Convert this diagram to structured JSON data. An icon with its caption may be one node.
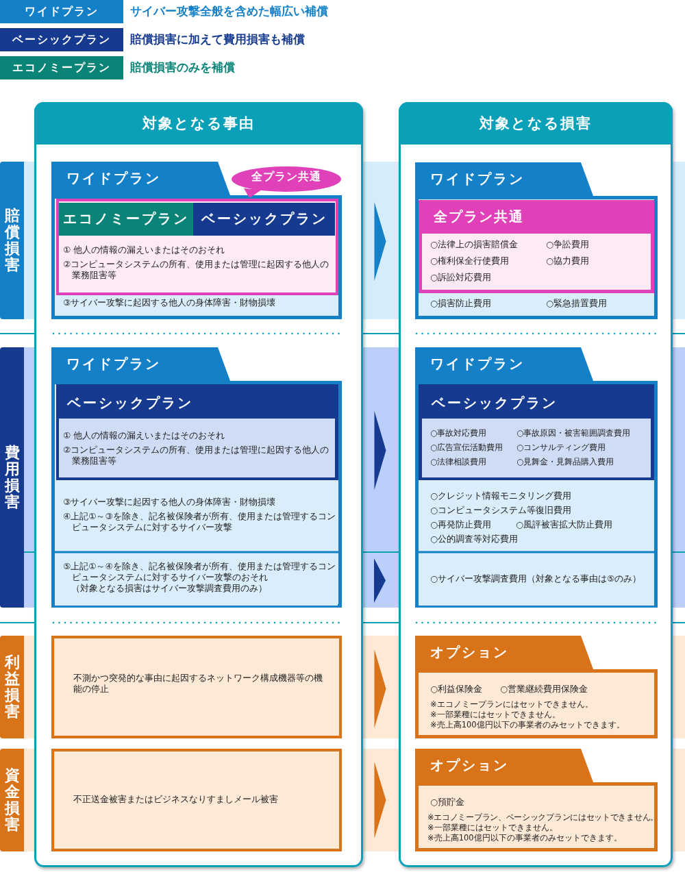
{
  "diagram": {
    "nodes": [
      {
        "text": [
          "ワイドプラン"
        ],
        "beside": [
          "サイバー攻撃全般を含めた幅広い補償"
        ]
      },
      {
        "text": [
          "ベーシックプラン"
        ],
        "beside": [
          "賠償損害に加えて費用損害も補償"
        ]
      },
      {
        "text": [
          "エコノミープラン"
        ],
        "beside": [
          "賠償損害のみを補償"
        ]
      },
      {
        "text": [
          "賠償損害"
        ]
      },
      {
        "text": [
          "費用損害"
        ]
      },
      {
        "text": [
          "利益損害"
        ]
      },
      {
        "text": [
          "資金損害"
        ]
      },
      {
        "text": [
          "対象となる事由"
        ]
      },
      {
        "text": [
          "ワイドプラン",
          "③サイバー攻撃に起因する他人の身体障害・財物損壊"
        ],
        "in": 7
      },
      {
        "text": [
          "全プラン共通"
        ],
        "in": 7
      },
      {
        "text": [
          "① 他人の情報の漏えいまたはそのおそれ",
          "②コンピュータシステムの所有、使用または管理に起因する他人の業務阻害等"
        ],
        "in": 8
      },
      {
        "text": [
          "エコノミープラン"
        ],
        "in": 10
      },
      {
        "text": [
          "ベーシックプラン"
        ],
        "in": 10
      },
      {
        "text": [
          "ワイドプラン",
          "③サイバー攻撃に起因する他人の身体障害・財物損壊",
          "④上記①～③を除き、記名被保険者が所有、使用または管理するコンピュータシステムに対するサイバー攻撃"
        ],
        "in": 7
      },
      {
        "text": [
          "ベーシックプラン",
          "① 他人の情報の漏えいまたはそのおそれ",
          "②コンピュータシステムの所有、使用または管理に起因する他人の業務阻害等"
        ],
        "in": 13
      },
      {
        "text": [
          "⑤上記①～④を除き、記名被保険者が所有、使用または管理するコンピュータシステムに対するサイバー攻撃のおそれ",
          "（対象となる損害はサイバー攻撃調査費用のみ）"
        ],
        "in": 13
      },
      {
        "text": [
          "不測かつ突発的な事由に起因するネットワーク構成機器等の機能の停止"
        ],
        "in": 7
      },
      {
        "text": [
          "不正送金被害またはビジネスなりすましメール被害"
        ],
        "in": 7
      },
      {
        "text": [
          "対象となる損害"
        ]
      },
      {
        "text": [
          "ワイドプラン",
          "○損害防止費用",
          "○緊急措置費用"
        ],
        "in": 18
      },
      {
        "text": [
          "全プラン共通",
          "○法律上の損害賠償金",
          "○争訟費用",
          "○権利保全行使費用",
          "○協力費用",
          "○訴訟対応費用"
        ],
        "in": 19
      },
      {
        "text": [
          "ワイドプラン",
          "○クレジット情報モニタリング費用",
          "○コンピュータシステム等復旧費用",
          "○再発防止費用",
          "○風評被害拡大防止費用",
          "○公的調査等対応費用"
        ],
        "in": 18
      },
      {
        "text": [
          "ベーシックプラン",
          "○事故対応費用",
          "○事故原因・被害範囲調査費用",
          "○広告宣伝活動費用",
          "○コンサルティング費用",
          "○法律相談費用",
          "○見舞金・見舞品購入費用"
        ],
        "in": 21
      },
      {
        "text": [
          "○サイバー攻撃調査費用（対象となる事由は⑤のみ）"
        ],
        "in": 21
      },
      {
        "text": [
          "オプション",
          "○利益保険金",
          "○営業継続費用保険金",
          "※エコノミープランにはセットできません。",
          "※一部業種にはセットできません。",
          "※売上高100億円以下の事業者のみセットできます。"
        ],
        "in": 18
      },
      {
        "text": [
          "オプション",
          "○預貯金",
          "※エコノミープラン、ベーシックプランにはセットできません。",
          "※一部業種にはセットできません。",
          "※売上高100億円以下の事業者のみセットできます。"
        ],
        "in": 18
      }
    ],
    "edges": [
      {
        "from": 8,
        "to": 19,
        "arrow": "to",
        "color": "#1380c8"
      },
      {
        "from": 13,
        "to": 21,
        "arrow": "to",
        "color": "#153a8f"
      },
      {
        "from": 15,
        "to": 23,
        "arrow": "to",
        "color": "#153a8f"
      },
      {
        "from": 16,
        "to": 24,
        "arrow": "to",
        "color": "#d9731a"
      },
      {
        "from": 17,
        "to": 25,
        "arrow": "to",
        "color": "#d9731a"
      }
    ]
  }
}
